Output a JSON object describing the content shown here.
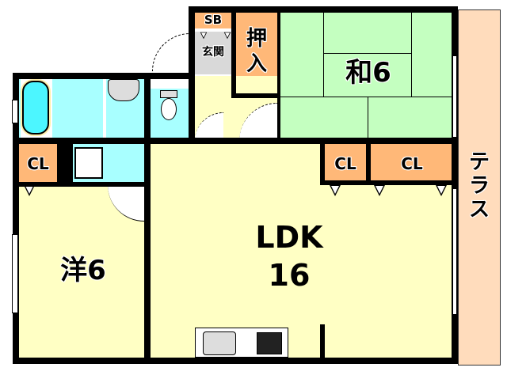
{
  "plan": {
    "rooms": {
      "ldk": {
        "label": "LDK",
        "size": "16",
        "color": "#ffffc4"
      },
      "western": {
        "label": "洋6",
        "color": "#ffffc4"
      },
      "japanese": {
        "label": "和6",
        "color": "#c4ffc0"
      },
      "entrance": {
        "label": "玄関",
        "color": "#d9d9d9"
      },
      "shoebox": {
        "label": "SB",
        "color": "#ffb878"
      },
      "oshiire": {
        "label": "押入",
        "label_top": "押",
        "label_bottom": "入",
        "color": "#ffb878"
      },
      "terrace": {
        "label": "テラス",
        "color": "#ffdcbc"
      },
      "bath": {
        "color": "#a8ffff"
      },
      "washroom": {
        "color": "#a8ffff"
      },
      "toilet": {
        "color": "#a8ffff"
      }
    },
    "closets": [
      {
        "label": "CL",
        "location": "western-room"
      },
      {
        "label": "CL",
        "location": "ldk-left"
      },
      {
        "label": "CL",
        "location": "ldk-right"
      }
    ],
    "fixtures": [
      "bathtub",
      "washbasin",
      "toilet",
      "washing-machine",
      "kitchen-sink",
      "stove"
    ],
    "colors": {
      "wall": "#000000",
      "closet": "#ffb878",
      "wet_area": "#a8ffff",
      "room": "#ffffc4",
      "tatami": "#c4ffc0"
    }
  }
}
